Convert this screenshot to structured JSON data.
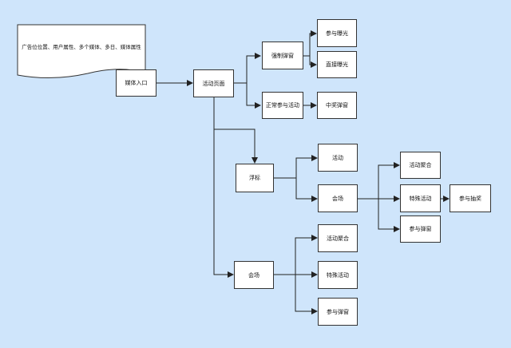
{
  "nodes": {
    "doc": "广告位位置、用户属性、多个媒体、多日、媒体属性",
    "media_entry": "媒体入口",
    "activity_page": "活动页面",
    "forced_popup": "强制弹窗",
    "normal_join": "正常参与活动",
    "join_exposure": "参与曝光",
    "direct_exposure": "直接曝光",
    "win_popup": "中奖弹窗",
    "floating": "浮标",
    "float_activity": "活动",
    "float_venue": "会场",
    "agg_1": "活动聚合",
    "special_1": "特殊活动",
    "join_popup_1": "参与弹窗",
    "join_lottery": "参与抽奖",
    "venue": "会场",
    "agg_2": "活动聚合",
    "special_2": "特殊活动",
    "join_popup_2": "参与弹窗"
  }
}
